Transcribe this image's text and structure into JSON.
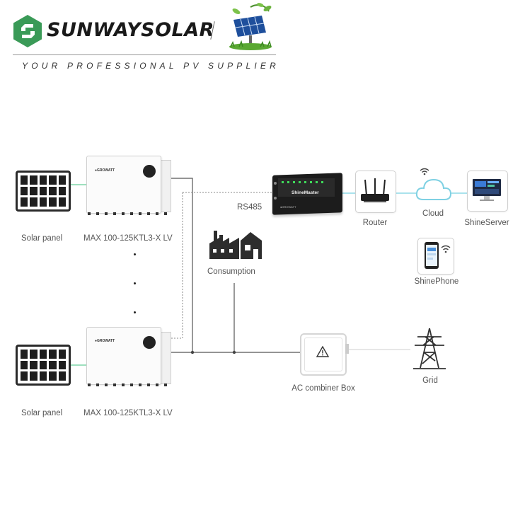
{
  "header": {
    "brand_name": "SUNWAYSOLAR",
    "tagline": "YOUR PROFESSIONAL PV SUPPLIER"
  },
  "diagram": {
    "nodes": {
      "solar_panel_top": "Solar panel",
      "inverter_top": "MAX 100-125KTL3-X LV",
      "solar_panel_bottom": "Solar panel",
      "inverter_bottom": "MAX 100-125KTL3-X LV",
      "consumption": "Consumption",
      "shinemaster_device": "ShineMaster",
      "router": "Router",
      "cloud": "Cloud",
      "shineserver": "ShineServer",
      "shinephone": "ShinePhone",
      "ac_combiner": "AC combiner Box",
      "grid": "Grid"
    },
    "edges": {
      "rs485": "RS485"
    }
  },
  "colors": {
    "brand_green": "#3a9a57",
    "dc_line": "#7fd6a8",
    "network_line": "#8ed8e6",
    "ac_line": "#555555"
  }
}
